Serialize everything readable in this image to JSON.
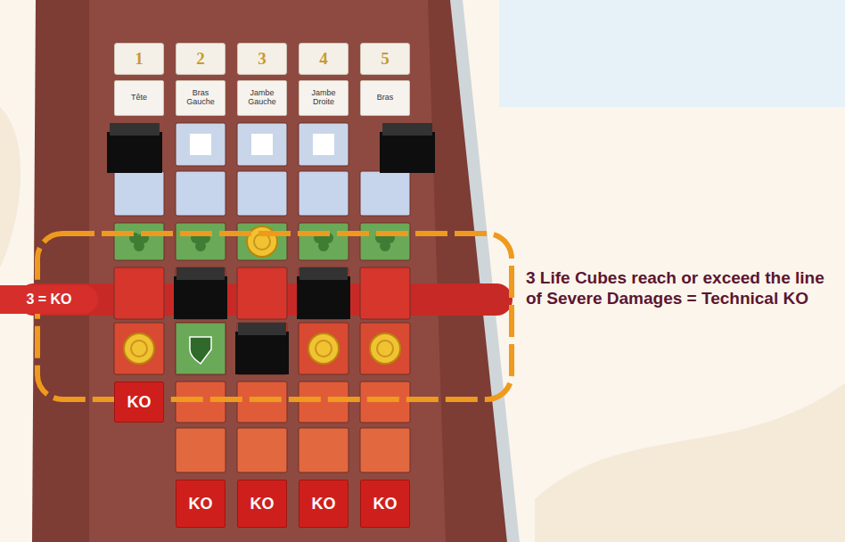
{
  "diagram": {
    "nodes": [
      {
        "text": [
          "1"
        ]
      },
      {
        "text": [
          "2"
        ]
      },
      {
        "text": [
          "3"
        ]
      },
      {
        "text": [
          "4"
        ]
      },
      {
        "text": [
          "5"
        ]
      },
      {
        "text": [
          "Tête"
        ]
      },
      {
        "text": [
          "Bras Gauche"
        ]
      },
      {
        "text": [
          "Jambe Gauche"
        ]
      },
      {
        "text": [
          "Jambe Droite"
        ]
      },
      {
        "text": [
          "Bras"
        ]
      },
      {
        "text": [
          "3 = KO"
        ]
      },
      {
        "text": [
          "KO"
        ]
      },
      {
        "text": [
          "KO"
        ]
      },
      {
        "text": [
          "KO"
        ]
      },
      {
        "text": [
          "KO"
        ]
      },
      {
        "text": [
          "KO"
        ]
      }
    ],
    "labels": [
      "3 Life Cubes reach or exceed the line of Severe Damages = Technical KO"
    ]
  }
}
